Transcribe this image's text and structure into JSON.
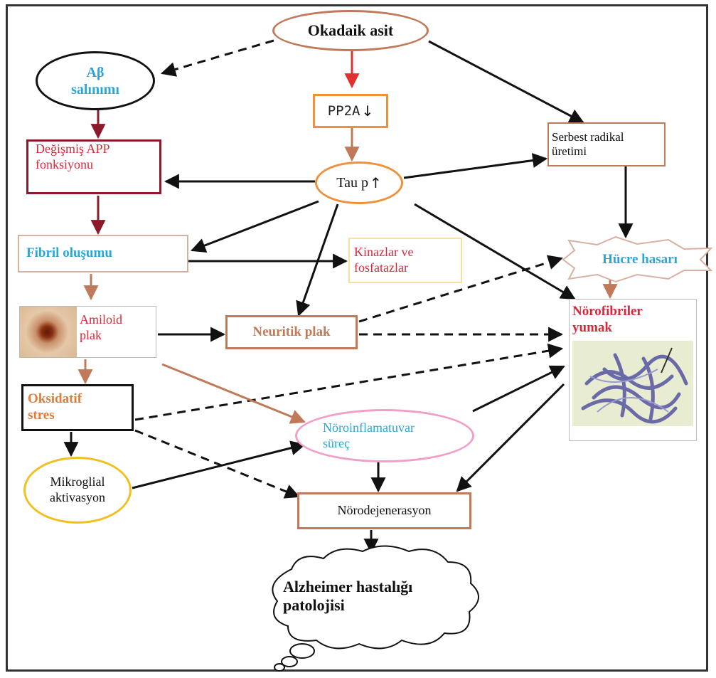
{
  "diagram": {
    "nodes": {
      "okadaik": "Okadaik asit",
      "pp2a": "PP2A",
      "ab_line1": "Aβ",
      "ab_line2": "salınımı",
      "app_line1": "Değişmiş APP",
      "app_line2": "fonksiyonu",
      "tau": "Tau p",
      "serbest_line1": "Serbest radikal",
      "serbest_line2": "üretimi",
      "fibril": "Fibril oluşumu",
      "kinaz_line1": "Kinazlar ve",
      "kinaz_line2": "fosfatazlar",
      "hucre": "Hücre hasarı",
      "amiloid_line1": "Amiloid",
      "amiloid_line2": "plak",
      "neuritik": "Neuritik plak",
      "norofib_line1": "Nörofibriler",
      "norofib_line2": "yumak",
      "oksidatif_line1": "Oksidatif",
      "oksidatif_line2": "stres",
      "noroinf_line1": "Nöroinflamatuvar",
      "noroinf_line2": "süreç",
      "mikro_line1": "Mikroglial",
      "mikro_line2": "aktivasyon",
      "norodej": "Nörodejenerasyon",
      "alz_line1": "Alzheimer hastalığı",
      "alz_line2": "patolojisi"
    },
    "colors": {
      "red_text": "#d42a3a",
      "blue_text": "#2aa6d8",
      "orange_text": "#e07b3a",
      "dark_red": "#8b1a2b",
      "brown": "#c07a5a",
      "orange_border": "#f0913a",
      "pink_border": "#f0a0c8",
      "yellow_border": "#f0c020",
      "black": "#111111",
      "red_arrow": "#e03030"
    },
    "icons": [
      "arrow-up-icon",
      "arrow-down-icon",
      "amyloid-plaque-image",
      "tangle-image",
      "thought-cloud-shape"
    ]
  }
}
